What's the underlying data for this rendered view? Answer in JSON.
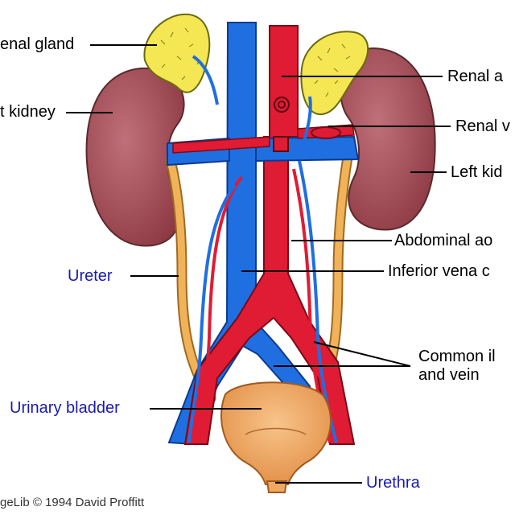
{
  "labels": {
    "adrenal_gland": "enal gland",
    "right_kidney": "t kidney",
    "renal_artery": "Renal a",
    "renal_vein": "Renal v",
    "left_kidney": "Left kid",
    "abdominal_aorta": "Abdominal ao",
    "inferior_vena_cava": "Inferior vena c",
    "ureter": "Ureter",
    "common_iliac_line1": "Common il",
    "common_iliac_line2": "and vein",
    "urinary_bladder": "Urinary bladder",
    "urethra": "Urethra"
  },
  "credit": "geLib © 1994 David Proffitt",
  "colors": {
    "vein": "#1f6fe0",
    "artery": "#e01b34",
    "kidney": "#a8505a",
    "adrenal": "#f5e653",
    "ureter": "#f0b35a",
    "bladder": "#f0a860",
    "label_blue": "#1a1ab0"
  }
}
